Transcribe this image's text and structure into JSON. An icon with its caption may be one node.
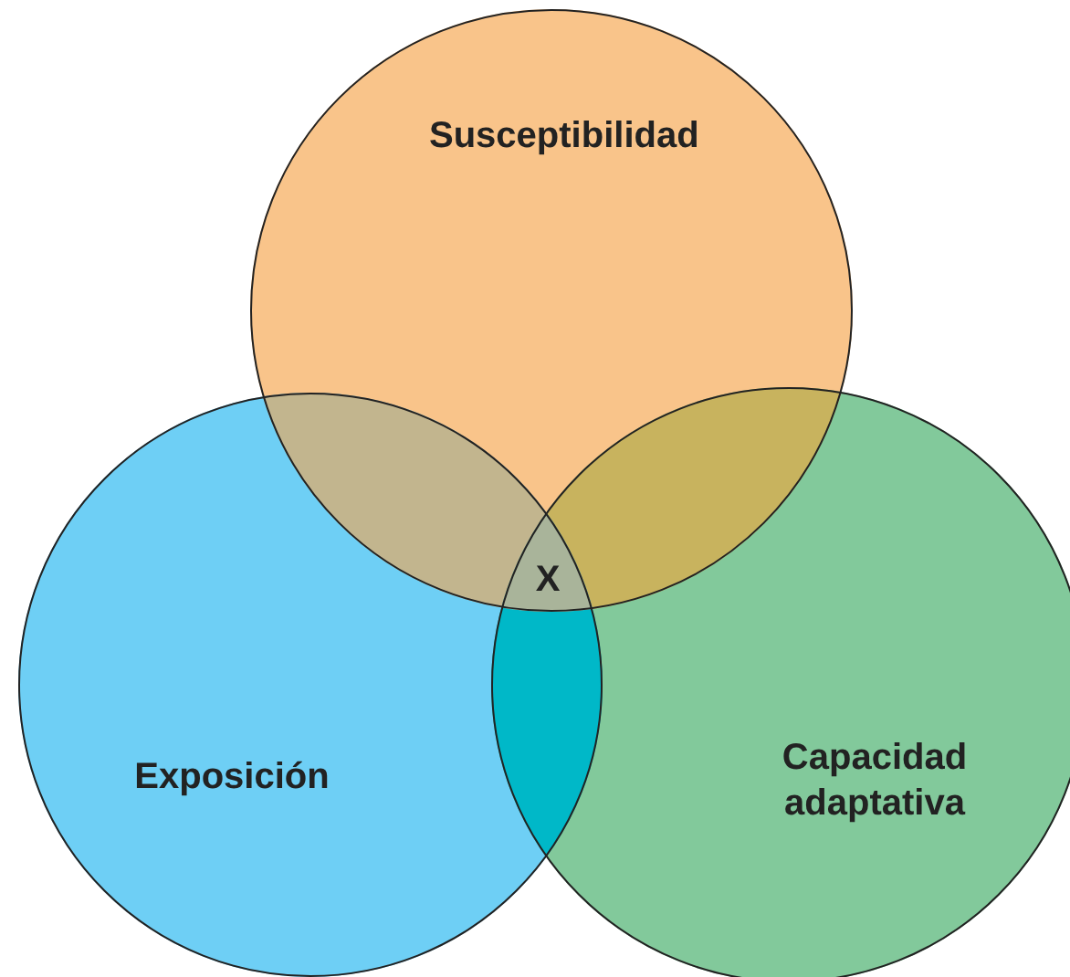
{
  "diagram": {
    "nodes": [
      {
        "text": [
          "Susceptibilidad"
        ]
      },
      {
        "text": [
          "Exposición"
        ]
      },
      {
        "text": [
          "Capacidad adaptativa"
        ]
      }
    ],
    "labels": [
      "X"
    ]
  }
}
